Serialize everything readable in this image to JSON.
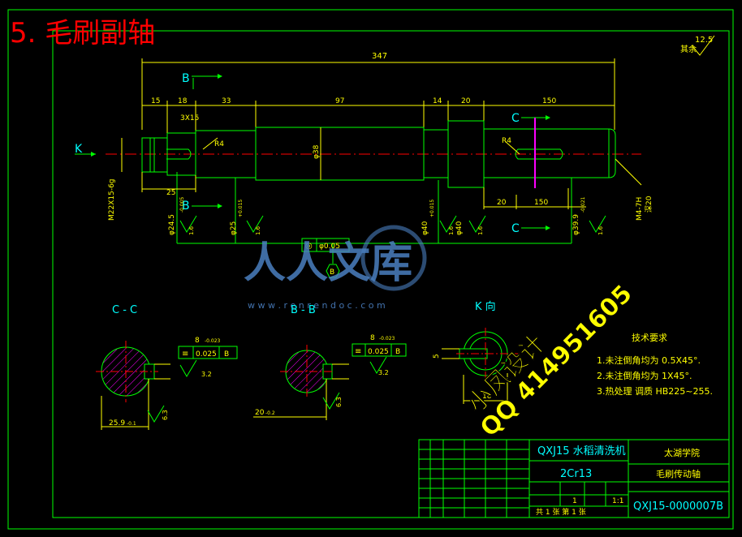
{
  "title": "5. 毛刷副轴",
  "colors": {
    "background": "#000000",
    "frame": "#00ff00",
    "outline": "#00ff00",
    "dimension": "#ffff00",
    "center": "#ff0000",
    "hatch": "#ff00ff",
    "table_text": "#00ffff",
    "title": "#ff0000",
    "stamp": "#ffff00",
    "watermark": "#4a7fc0"
  },
  "roughness": {
    "value": "12.5",
    "label": "其余"
  },
  "dims": {
    "total": "347",
    "s1": "15",
    "s2": "18",
    "s3": "33",
    "s4": "97",
    "s5": "14",
    "s6": "20",
    "s7": "150",
    "chamfer": "3X15",
    "r_left": "R4",
    "r_right": "R4",
    "len25": "25",
    "len20": "20",
    "len150b": "150",
    "thread": "M22X15-6g",
    "dia1": "φ24.5",
    "tol1": "-0.005",
    "dia2": "φ25",
    "tol2": "+0.015",
    "dia3": "φ38",
    "dia4": "φ40",
    "tol4": "+0.015",
    "dia5": "φ40",
    "dia6": "φ39.9",
    "tol6": "-0.021",
    "center_hole": "M4-7H",
    "center_depth": "深20",
    "rough16": "1.6"
  },
  "views": {
    "b_mark": "B",
    "c_mark": "C",
    "k_mark": "K",
    "section_cc": "C - C",
    "section_bb": "B - B",
    "view_k": "K 向"
  },
  "gdt_main": {
    "symbol": "◎",
    "value": "φ0.05",
    "datum": "B"
  },
  "cc": {
    "key_width": "8",
    "key_tol": "-0.023",
    "sym": "≡",
    "value": "0.025",
    "datum": "B",
    "depth": "25.9",
    "depth_tol": "-0.1",
    "rough1": "3.2",
    "rough2": "6.3"
  },
  "bb": {
    "key_width": "8",
    "key_tol": "-0.023",
    "sym": "≡",
    "value": "0.025",
    "datum": "B",
    "depth": "20",
    "depth_tol": "-0.2",
    "rough1": "3.2",
    "rough2": "6.3"
  },
  "kview": {
    "dim5": "5",
    "dim18": "18"
  },
  "notes": {
    "title": "技术要求",
    "items": [
      "1.未注倒角均为 0.5X45°.",
      "2.未注倒角均为 1X45°.",
      "3.热处理 调质 HB225~255."
    ]
  },
  "stamp": {
    "name": "小凤设计",
    "qq": "QQ 414951605"
  },
  "watermark": {
    "text": "人人文库",
    "url": "w w w . r e n r e n d o c . c o m"
  },
  "table": {
    "product": "QXJ15 水稻清洗机",
    "material": "2Cr13",
    "school": "太湖学院",
    "part_name": "毛刷传动轴",
    "drawing_no": "QXJ15-0000007B",
    "qty": "1",
    "scale": "1:1",
    "sheets": "共 1 张  第 1 张"
  }
}
